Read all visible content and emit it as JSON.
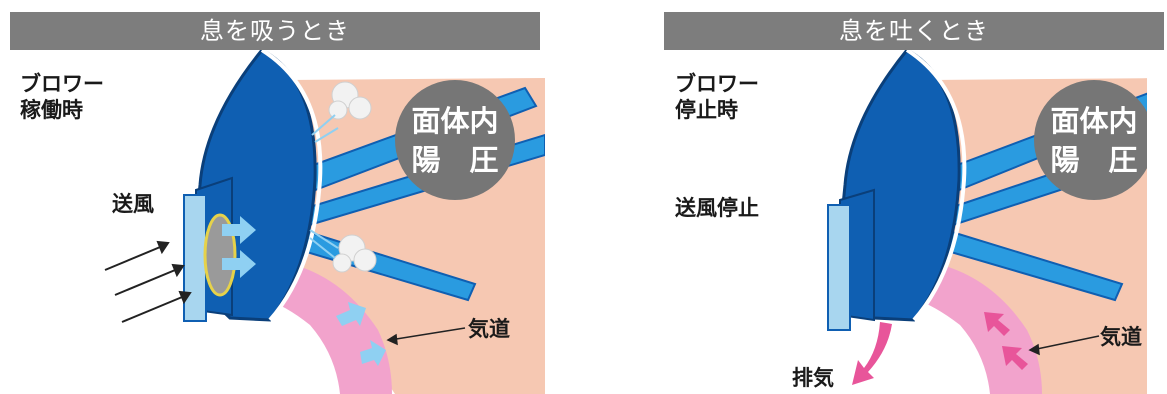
{
  "inhale": {
    "header": "息を吸うとき",
    "mode_line1": "ブロワー",
    "mode_line2": "稼働時",
    "airflow": "送風",
    "airway": "気道",
    "pressure_line1": "面体内",
    "pressure_line2": "陽　圧"
  },
  "exhale": {
    "header": "息を吐くとき",
    "mode_line1": "ブロワー",
    "mode_line2": "停止時",
    "airflow": "送風停止",
    "airway": "気道",
    "exhaust": "排気",
    "pressure_line1": "面体内",
    "pressure_line2": "陽　圧"
  },
  "colors": {
    "header_bg": "#7d7d7d",
    "face_skin": "#f6c8b2",
    "mask_blue": "#0f5fb2",
    "tube_blue": "#2a9be0",
    "airway_pink": "#f2a3cc",
    "filter_blue": "#a8d6ef",
    "pressure_circle": "#767676",
    "inflow_arrow": "#8fd0f2",
    "outflow_arrow": "#e8559a"
  }
}
